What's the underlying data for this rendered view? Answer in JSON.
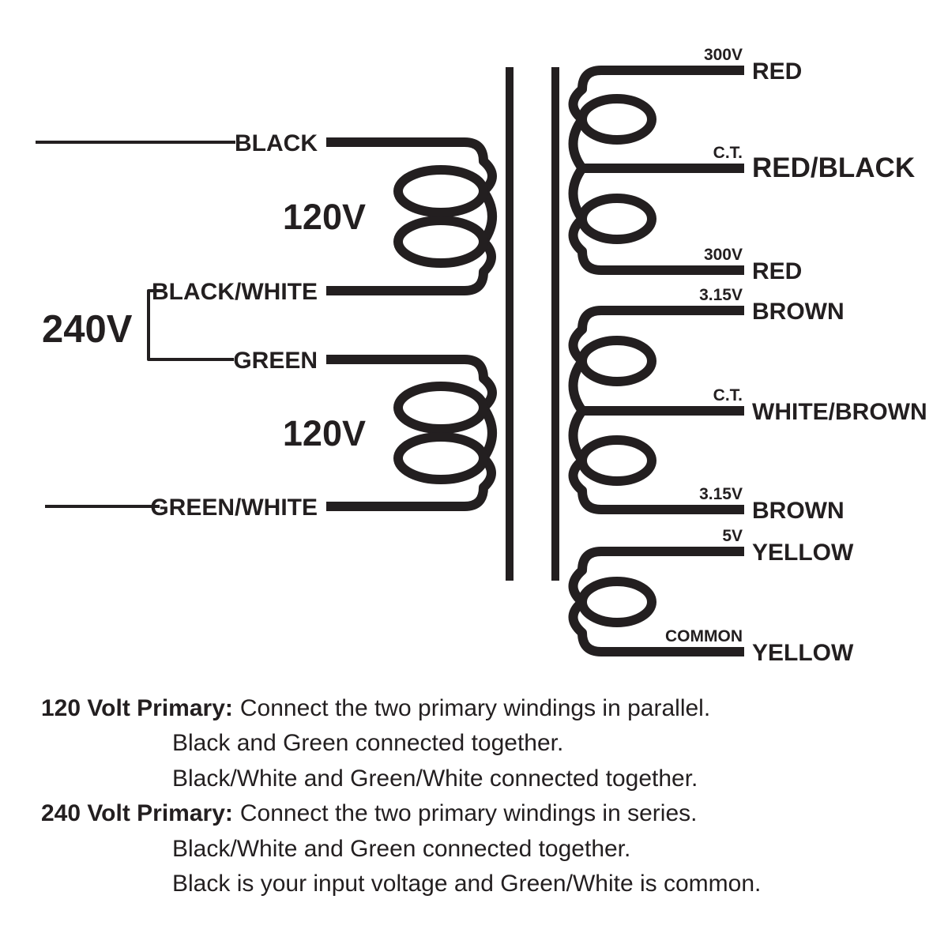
{
  "primary": {
    "voltage_label": "240V",
    "windings": [
      {
        "voltage": "120V",
        "top_lead": "BLACK",
        "bottom_lead": "BLACK/WHITE"
      },
      {
        "voltage": "120V",
        "top_lead": "GREEN",
        "bottom_lead": "GREEN/WHITE"
      }
    ]
  },
  "secondary": {
    "windings": [
      {
        "taps": [
          "300V",
          "C.T.",
          "300V"
        ],
        "leads": [
          "RED",
          "RED/BLACK",
          "RED"
        ]
      },
      {
        "taps": [
          "3.15V",
          "C.T.",
          "3.15V"
        ],
        "leads": [
          "BROWN",
          "WHITE/BROWN",
          "BROWN"
        ]
      },
      {
        "taps": [
          "5V",
          "COMMON"
        ],
        "leads": [
          "YELLOW",
          "YELLOW"
        ]
      }
    ]
  },
  "notes": [
    {
      "title": "120 Volt Primary:",
      "text": "Connect the two primary windings in parallel."
    },
    {
      "text": "Black and Green connected together."
    },
    {
      "text": "Black/White and Green/White connected together."
    },
    {
      "title": "240 Volt Primary:",
      "text": "Connect the two primary windings in series."
    },
    {
      "text": "Black/White and Green connected together."
    },
    {
      "text": "Black is your input voltage and Green/White is common."
    }
  ],
  "colors": {
    "ink": "#231f20",
    "background": "#ffffff"
  }
}
